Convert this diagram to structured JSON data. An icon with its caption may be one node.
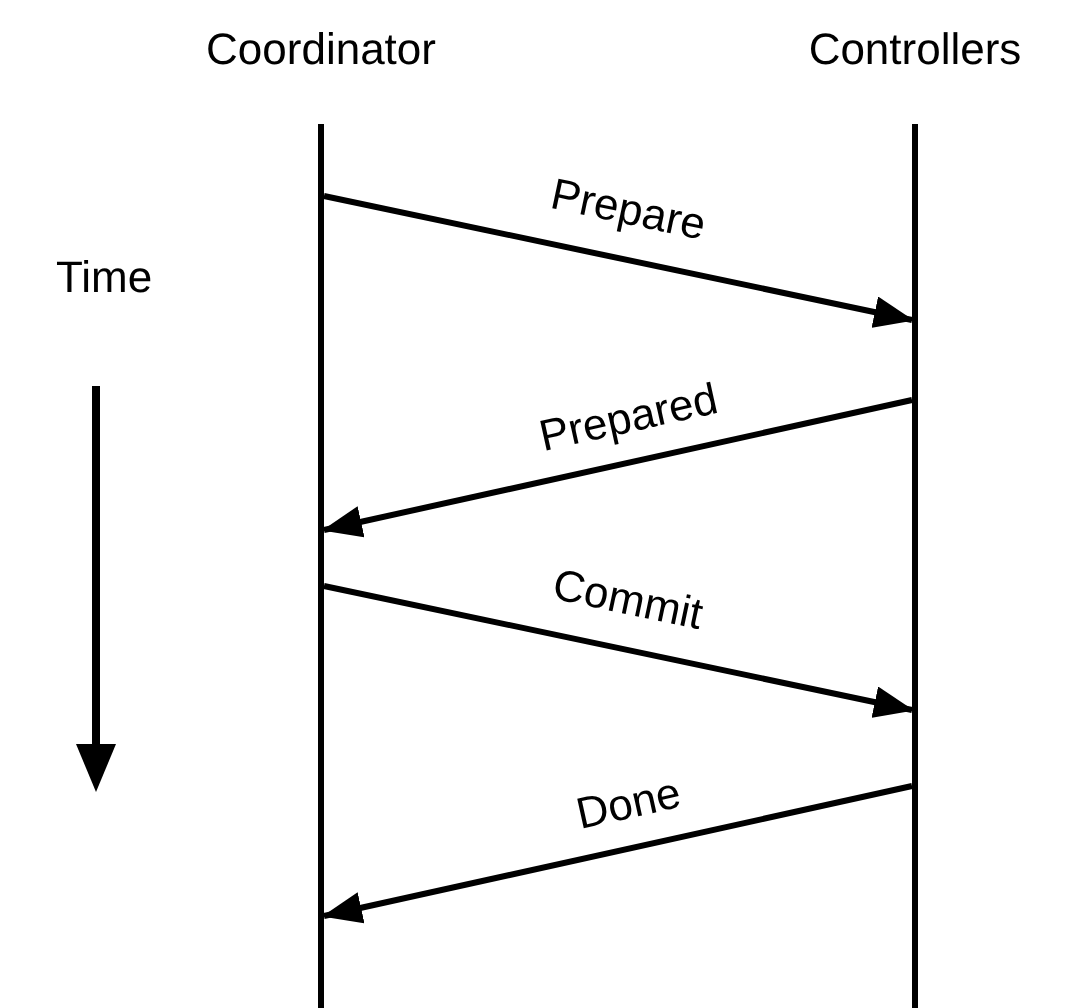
{
  "diagram": {
    "nodes": [
      {
        "text": [
          "Coordinator"
        ]
      },
      {
        "text": [
          "Controllers"
        ]
      }
    ],
    "edges": [
      {
        "from": 0,
        "to": 1,
        "arrow": "to",
        "label": "Prepare"
      },
      {
        "from": 1,
        "to": 0,
        "arrow": "to",
        "label": "Prepared"
      },
      {
        "from": 0,
        "to": 1,
        "arrow": "to",
        "label": "Commit"
      },
      {
        "from": 1,
        "to": 0,
        "arrow": "to",
        "label": "Done"
      }
    ],
    "labels": [
      "Time"
    ]
  }
}
